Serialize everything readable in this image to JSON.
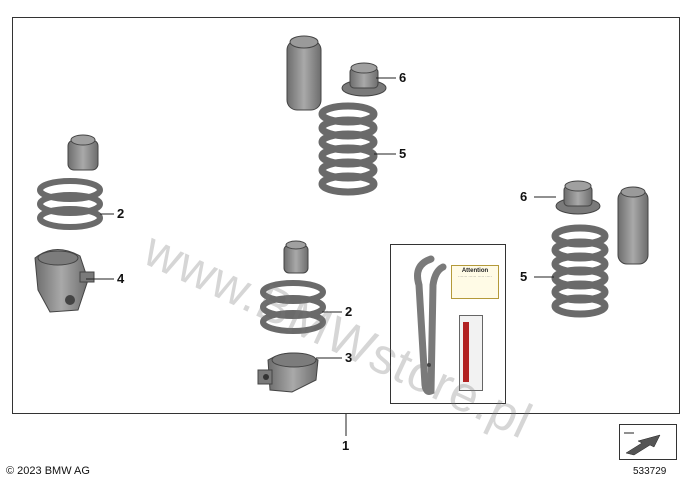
{
  "callouts": {
    "c1": "1",
    "c2_left": "2",
    "c2_center": "2",
    "c3": "3",
    "c4": "4",
    "c5_top": "5",
    "c5_right": "5",
    "c6_top": "6",
    "c6_right": "6"
  },
  "footer": {
    "copyright": "© 2023 BMW AG",
    "diagram_number": "533729"
  },
  "watermark": "www.BMWstore.pl",
  "kit": {
    "note_title": "Attention"
  },
  "colors": {
    "part_gray": "#8a8a8a",
    "part_dark": "#5e5e5e",
    "outline": "#333333",
    "accent_red": "#b22222"
  }
}
